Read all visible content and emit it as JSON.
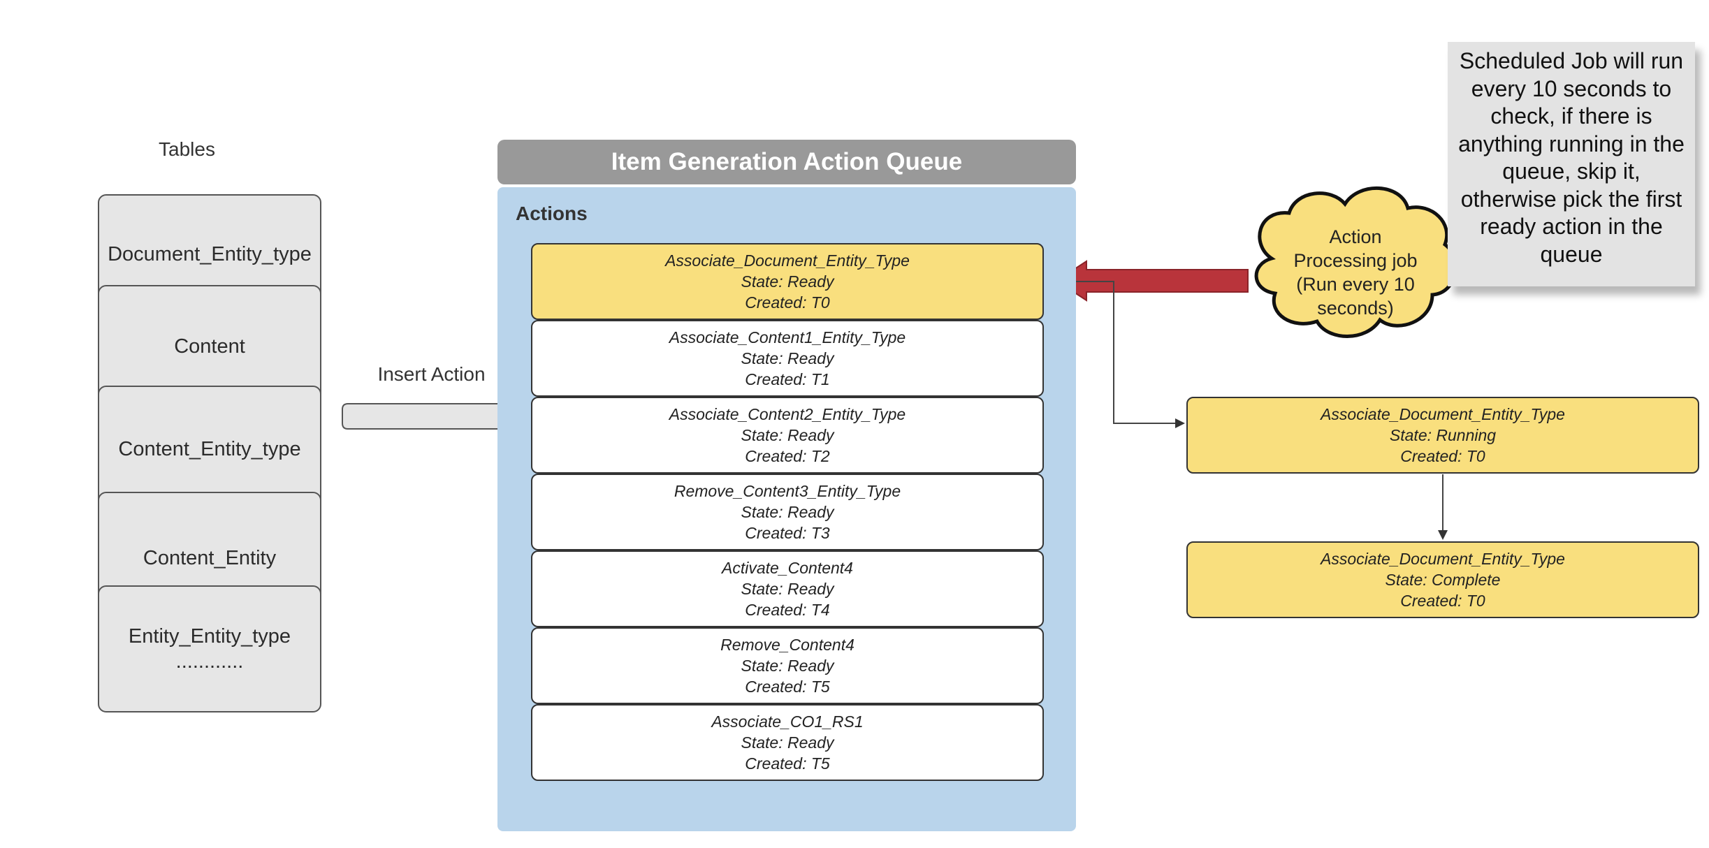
{
  "tables": {
    "title": "Tables",
    "items": [
      {
        "label": "Document_Entity_type"
      },
      {
        "label": "Content"
      },
      {
        "label": "Content_Entity_type"
      },
      {
        "label": "Content_Entity"
      },
      {
        "label": "Entity_Entity_type",
        "sub": "............"
      }
    ]
  },
  "insert_action": {
    "label": "Insert Action"
  },
  "queue": {
    "title": "Item Generation Action Queue",
    "section_label": "Actions",
    "actions": [
      {
        "name": "Associate_Document_Entity_Type",
        "state": "State: Ready",
        "created": "Created: T0"
      },
      {
        "name": "Associate_Content1_Entity_Type",
        "state": "State: Ready",
        "created": "Created: T1"
      },
      {
        "name": "Associate_Content2_Entity_Type",
        "state": "State: Ready",
        "created": "Created: T2"
      },
      {
        "name": "Remove_Content3_Entity_Type",
        "state": "State: Ready",
        "created": "Created: T3"
      },
      {
        "name": "Activate_Content4",
        "state": "State: Ready",
        "created": "Created: T4"
      },
      {
        "name": "Remove_Content4",
        "state": "State: Ready",
        "created": "Created: T5"
      },
      {
        "name": "Associate_CO1_RS1",
        "state": "State: Ready",
        "created": "Created: T5"
      }
    ]
  },
  "processing_job": {
    "lines": [
      "Action",
      "Processing job",
      "(Run every 10",
      "seconds)"
    ]
  },
  "results": [
    {
      "name": "Associate_Document_Entity_Type",
      "state": "State: Running",
      "created": "Created: T0"
    },
    {
      "name": "Associate_Document_Entity_Type",
      "state": "State: Complete",
      "created": "Created: T0"
    }
  ],
  "note": {
    "text": "Scheduled Job will run every 10 seconds to check, if there is anything running in the queue, skip it, otherwise pick the first ready action in the queue"
  },
  "colors": {
    "highlight": "#f9df7e",
    "queue_body": "#b9d4eb",
    "queue_header": "#999999",
    "arrow_red": "#b9343b",
    "cloud": "#f9df7e",
    "table_fill": "#e6e6e6"
  }
}
